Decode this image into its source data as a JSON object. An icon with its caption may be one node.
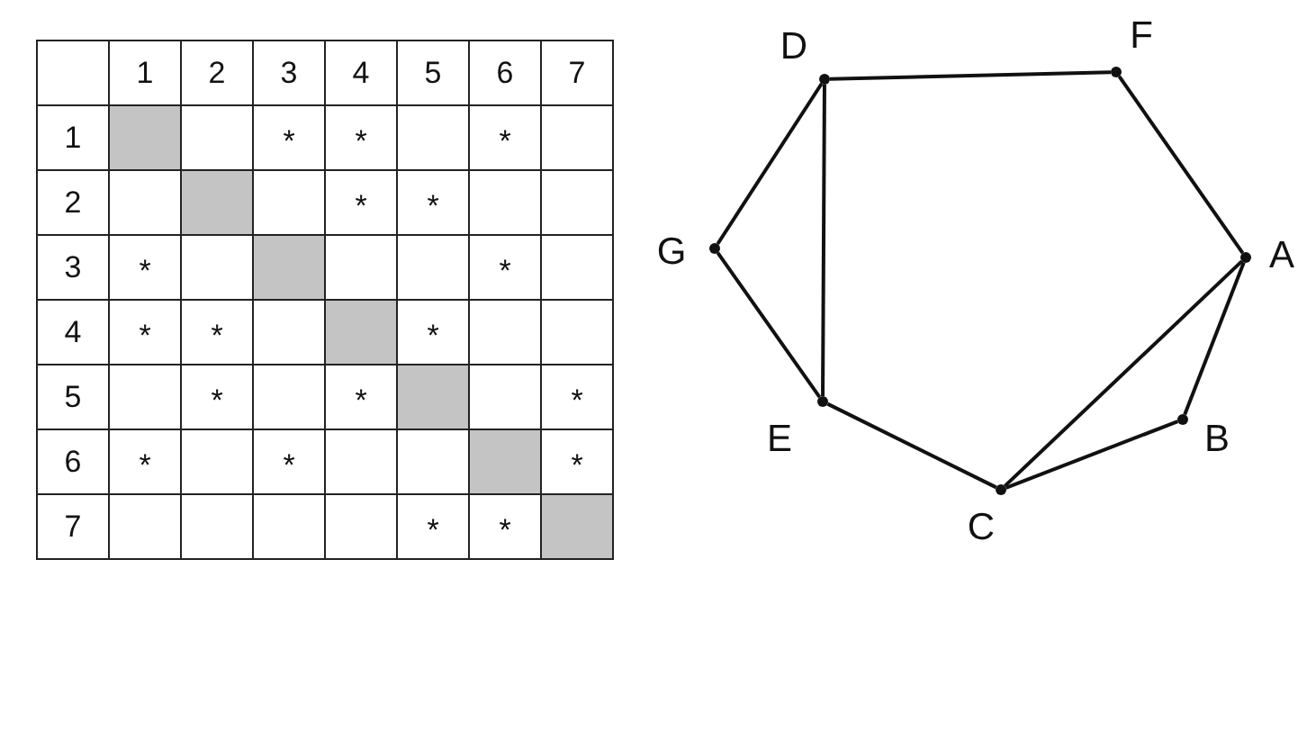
{
  "diagram": {
    "nodes": [
      {
        "text": [],
        "shape": "circle",
        "beside": [
          "D"
        ]
      },
      {
        "text": [],
        "shape": "circle",
        "beside": [
          "F"
        ]
      },
      {
        "text": [],
        "shape": "circle",
        "beside": [
          "G"
        ]
      },
      {
        "text": [],
        "shape": "circle",
        "beside": [
          "A"
        ]
      },
      {
        "text": [],
        "shape": "circle",
        "beside": [
          "E"
        ]
      },
      {
        "text": [],
        "shape": "circle",
        "beside": [
          "B"
        ]
      },
      {
        "text": [],
        "shape": "circle",
        "beside": [
          "C"
        ]
      }
    ],
    "edges": [
      {
        "from": 0,
        "to": 1,
        "arrow": "none"
      },
      {
        "from": 1,
        "to": 3,
        "arrow": "none"
      },
      {
        "from": 0,
        "to": 2,
        "arrow": "none"
      },
      {
        "from": 0,
        "to": 4,
        "arrow": "none"
      },
      {
        "from": 2,
        "to": 4,
        "arrow": "none"
      },
      {
        "from": 3,
        "to": 5,
        "arrow": "none"
      },
      {
        "from": 3,
        "to": 6,
        "arrow": "none"
      },
      {
        "from": 5,
        "to": 6,
        "arrow": "none"
      },
      {
        "from": 4,
        "to": 6,
        "arrow": "none"
      }
    ],
    "labels": [
      "1",
      "2",
      "3",
      "4",
      "5",
      "6",
      "7",
      "1",
      "*",
      "*",
      "*",
      "2",
      "*",
      "*",
      "3",
      "*",
      "*",
      "4",
      "*",
      "*",
      "*",
      "5",
      "*",
      "*",
      "*",
      "6",
      "*",
      "*",
      "*",
      "7",
      "*",
      "*"
    ]
  }
}
